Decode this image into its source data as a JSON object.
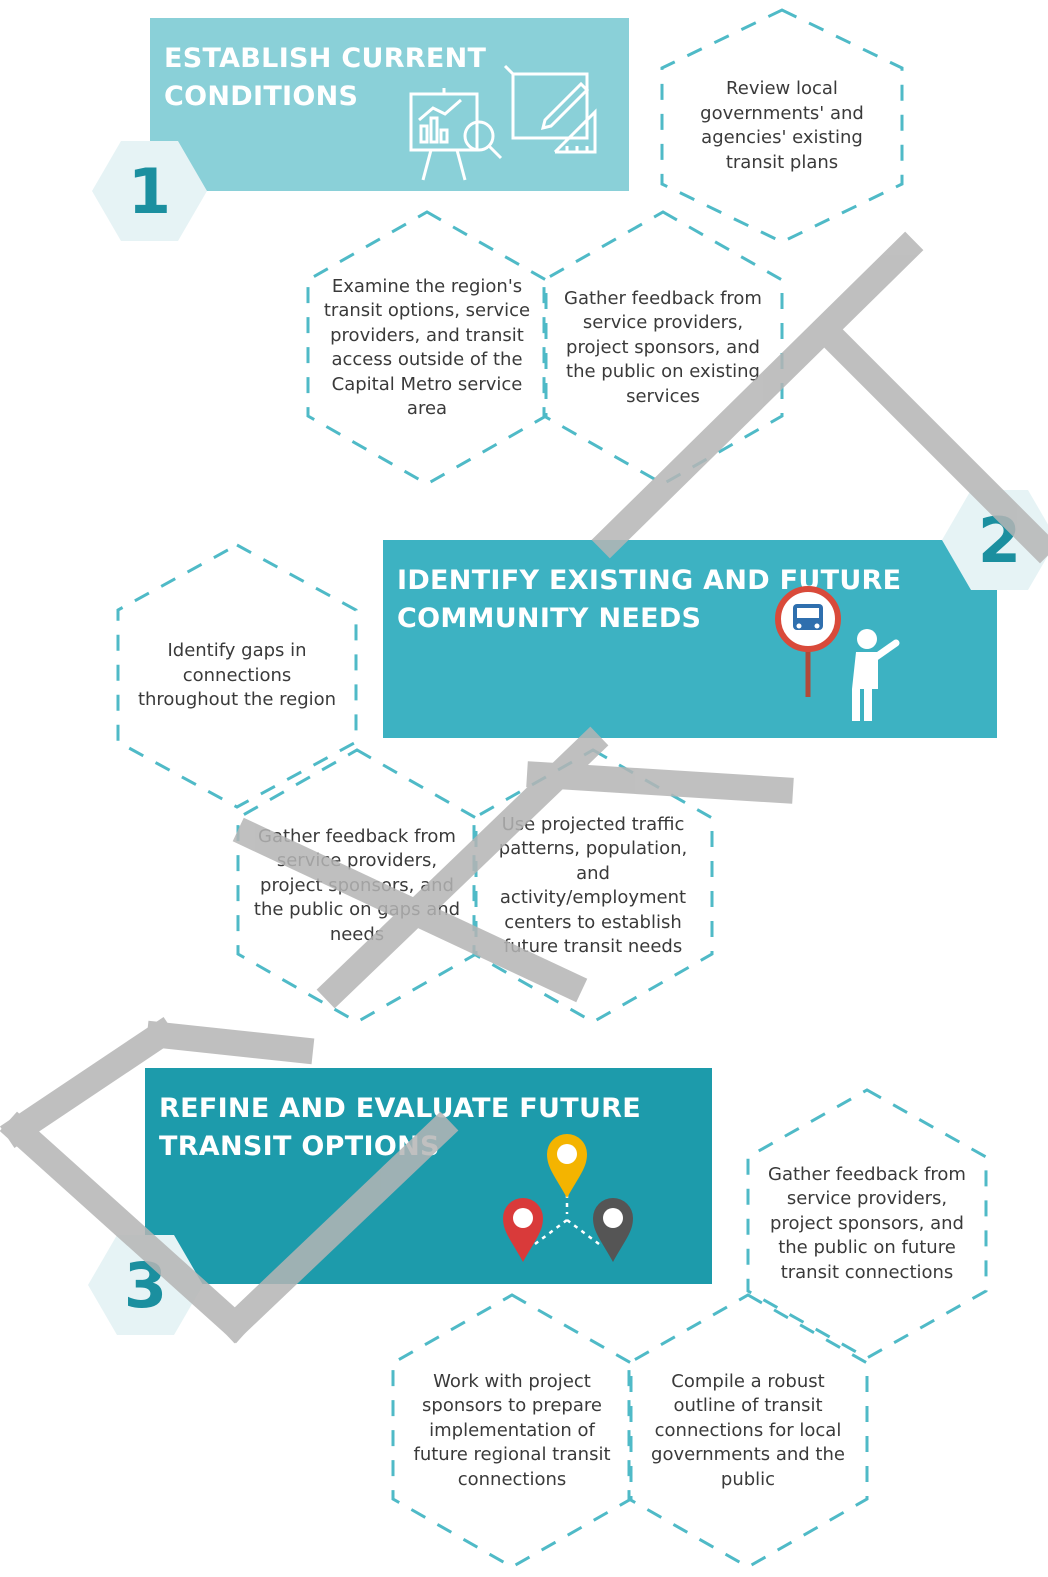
{
  "colors": {
    "teal_light": "#8ad0d8",
    "teal_mid": "#3db2c2",
    "teal_dark": "#1d9bab",
    "hex_fill": "#e6f3f5",
    "dash": "#4fbac7",
    "number": "#1b8f9f",
    "watermark": "#b5b5b5",
    "pin_yellow": "#f4b400",
    "pin_red": "#d93a3a",
    "pin_gray": "#555555"
  },
  "steps": [
    {
      "number": "1",
      "title": "ESTABLISH CURRENT\nCONDITIONS",
      "icon": "presentation-chart-and-blueprint-icon",
      "tasks": [
        "Review local governments' and agencies' existing transit plans",
        "Examine the region's transit options, service providers, and transit access outside of the Capital Metro service area",
        "Gather feedback from service providers, project sponsors, and the public on existing services"
      ]
    },
    {
      "number": "2",
      "title": "IDENTIFY EXISTING AND FUTURE\nCOMMUNITY NEEDS",
      "icon": "bus-stop-person-icon",
      "tasks": [
        "Identify gaps in connections throughout the region",
        "Gather feedback from service providers, project sponsors, and the public on gaps and needs",
        "Use projected traffic patterns, population, and activity/employment centers to establish future transit needs"
      ]
    },
    {
      "number": "3",
      "title": "REFINE AND EVALUATE FUTURE\nTRANSIT OPTIONS",
      "icon": "map-pins-icon",
      "tasks": [
        "Gather feedback from service providers, project sponsors, and the public on future transit connections",
        "Work with project sponsors to prepare implementation of future regional transit connections",
        "Compile a robust outline of transit connections for local governments and the public"
      ]
    }
  ]
}
